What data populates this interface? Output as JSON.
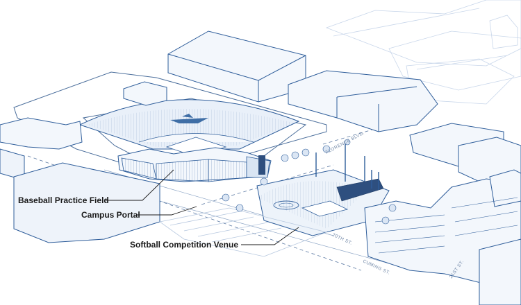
{
  "callouts": {
    "baseball": "Baseball Practice Field",
    "portal": "Campus Portal",
    "softball": "Softball Competition Venue"
  },
  "streets": {
    "florence": "FLORENCE BLVD.",
    "twentieth": "20TH ST.",
    "cuming": "CUMING ST.",
    "twentyfirst": "21ST ST."
  },
  "colors": {
    "line": "#2e5d9a",
    "light_line": "#9fb6d4",
    "fill": "#dfe9f5",
    "dark_fill": "#3f6ea6",
    "label": "#1a1a1a"
  }
}
